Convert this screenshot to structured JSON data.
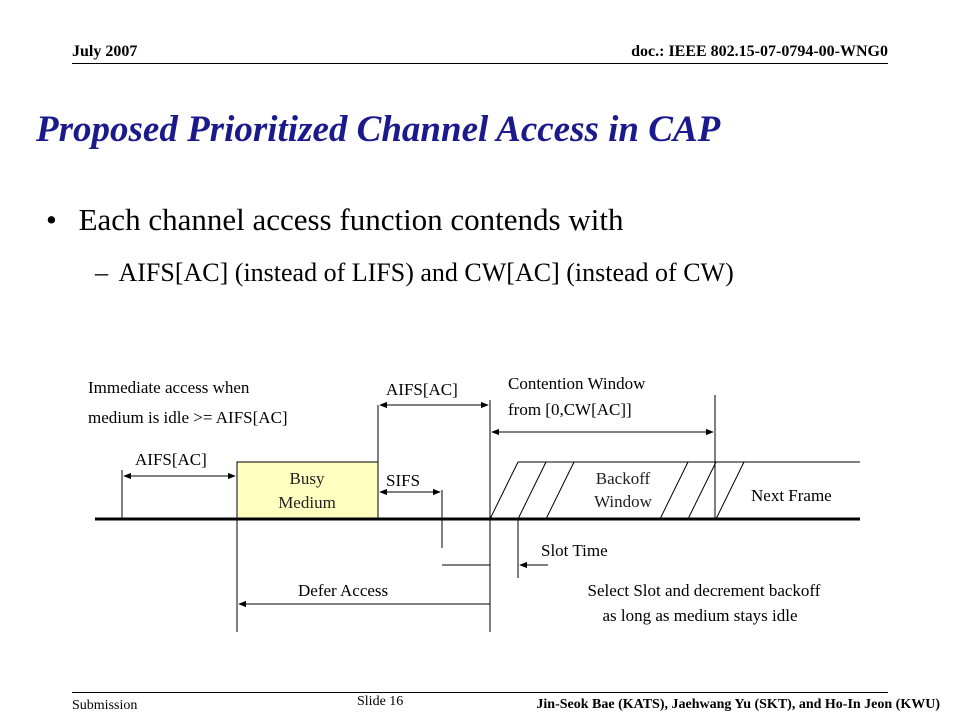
{
  "header": {
    "date": "July 2007",
    "doc": "doc.: IEEE 802.15-07-0794-00-WNG0"
  },
  "title": "Proposed Prioritized Channel Access in CAP",
  "bullets": {
    "main": "Each channel access function contends with",
    "sub_dash": "–",
    "sub": "AIFS[AC] (instead of LIFS) and CW[AC] (instead of CW)"
  },
  "diagram": {
    "immediate_line1": "Immediate access when",
    "immediate_line2": "medium is idle >= AIFS[AC]",
    "aifs_top": "AIFS[AC]",
    "aifs_left": "AIFS[AC]",
    "contention_line1": "Contention Window",
    "contention_line2": "from [0,CW[AC]]",
    "busy_line1": "Busy",
    "busy_line2": "Medium",
    "busy_color": "#ffffc0",
    "sifs": "SIFS",
    "backoff_line1": "Backoff",
    "backoff_line2": "Window",
    "next_frame": "Next Frame",
    "slot_time": "Slot Time",
    "defer_access": "Defer Access",
    "select_line1": "Select Slot and decrement backoff",
    "select_line2": "as long as  medium stays idle"
  },
  "footer": {
    "submission": "Submission",
    "slide": "Slide 16",
    "authors": "Jin-Seok Bae (KATS), Jaehwang Yu (SKT), and Ho-In Jeon (KWU)"
  }
}
